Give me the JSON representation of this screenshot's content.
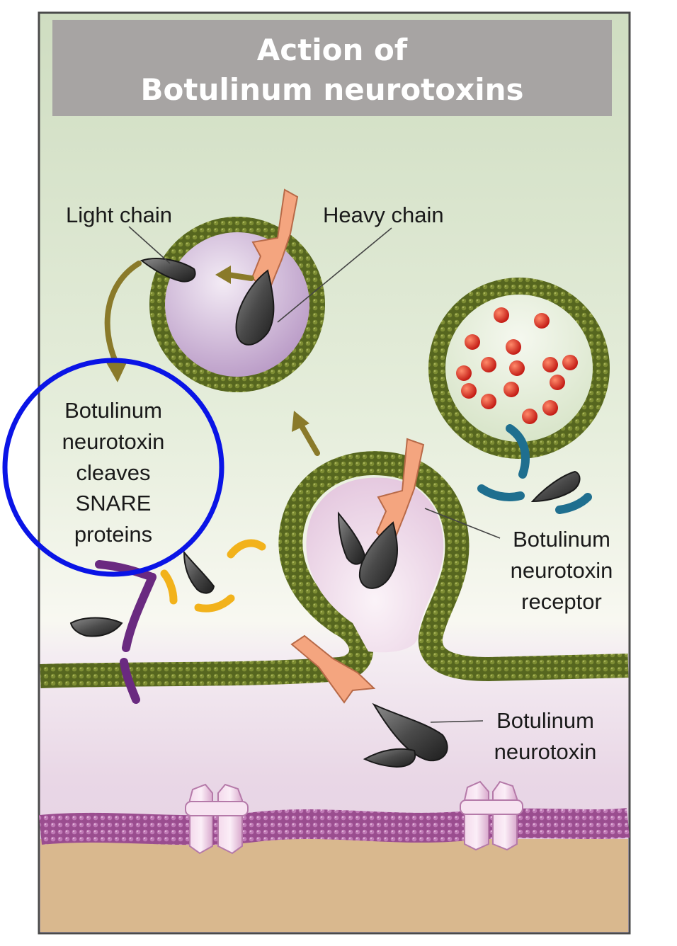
{
  "title": {
    "line1": "Action of",
    "line2": "Botulinum neurotoxins"
  },
  "labels": {
    "light_chain": "Light chain",
    "heavy_chain": "Heavy chain",
    "cleaves": [
      "Botulinum",
      "neurotoxin",
      "cleaves",
      "SNARE",
      "proteins"
    ],
    "receptor": [
      "Botulinum",
      "neurotoxin",
      "receptor"
    ],
    "neurotoxin": [
      "Botulinum",
      "neurotoxin"
    ]
  },
  "colors": {
    "title_banner": "#a7a4a3",
    "highlight_circle": "#0a14e6",
    "membrane": "#4a5a1e",
    "vesicle_fill": "#d9c6e0",
    "neurotransmitter": "#d0201c",
    "heavy_chain": "#f4a57f",
    "light_chain": "#3c3c3c",
    "receptor": "#1f6f8f",
    "snare_purple": "#6a2a80",
    "snare_yellow": "#f2b21b",
    "muscle": "#d9b88e"
  }
}
